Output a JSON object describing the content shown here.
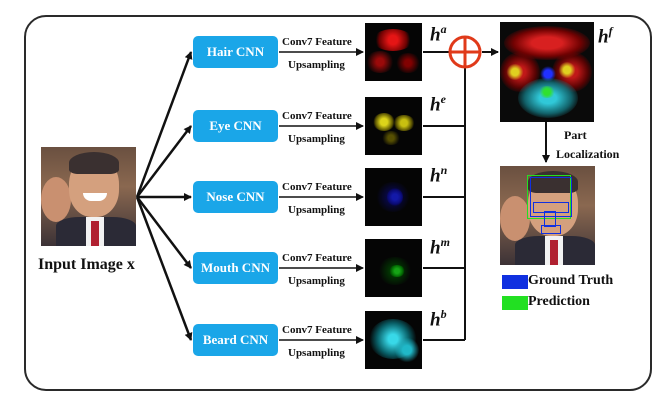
{
  "input_label": "Input Image x",
  "feature_label": "Conv7 Feature",
  "upsampling_label": "Upsampling",
  "branches": [
    {
      "cnn": "Hair CNN",
      "h": "h",
      "sup": "a",
      "color": "#e01010"
    },
    {
      "cnn": "Eye CNN",
      "h": "h",
      "sup": "e",
      "color": "#d8d010"
    },
    {
      "cnn": "Nose CNN",
      "h": "h",
      "sup": "n",
      "color": "#1818d8"
    },
    {
      "cnn": "Mouth CNN",
      "h": "h",
      "sup": "m",
      "color": "#10d010"
    },
    {
      "cnn": "Beard CNN",
      "h": "h",
      "sup": "b",
      "color": "#20c8d8"
    }
  ],
  "fused": {
    "h": "h",
    "sup": "f"
  },
  "part_localization": [
    "Part",
    "Localization"
  ],
  "legend": [
    {
      "label": "Ground Truth",
      "color": "#1030e0"
    },
    {
      "label": "Prediction",
      "color": "#22e022"
    }
  ],
  "colors": {
    "cnn_box": "#1aa6e8",
    "sum_symbol": "#e03a1a"
  }
}
